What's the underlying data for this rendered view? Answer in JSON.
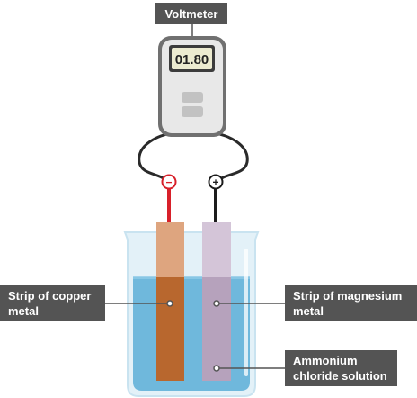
{
  "voltmeter": {
    "label": "Voltmeter",
    "reading": "01.80"
  },
  "terminals": {
    "negative_sign": "−",
    "positive_sign": "+"
  },
  "labels": {
    "copper": [
      "Strip of copper",
      "metal"
    ],
    "magnesium": [
      "Strip of magnesium",
      "metal"
    ],
    "solution": [
      "Ammonium",
      "chloride solution"
    ]
  },
  "colors": {
    "label_bg": "#545454",
    "solution": "#6fb8dc",
    "copper_strip": "#b8672e",
    "magnesium_strip": "#b6a2bc",
    "negative_wire": "#d8202a",
    "positive_wire": "#1c1c1c"
  }
}
